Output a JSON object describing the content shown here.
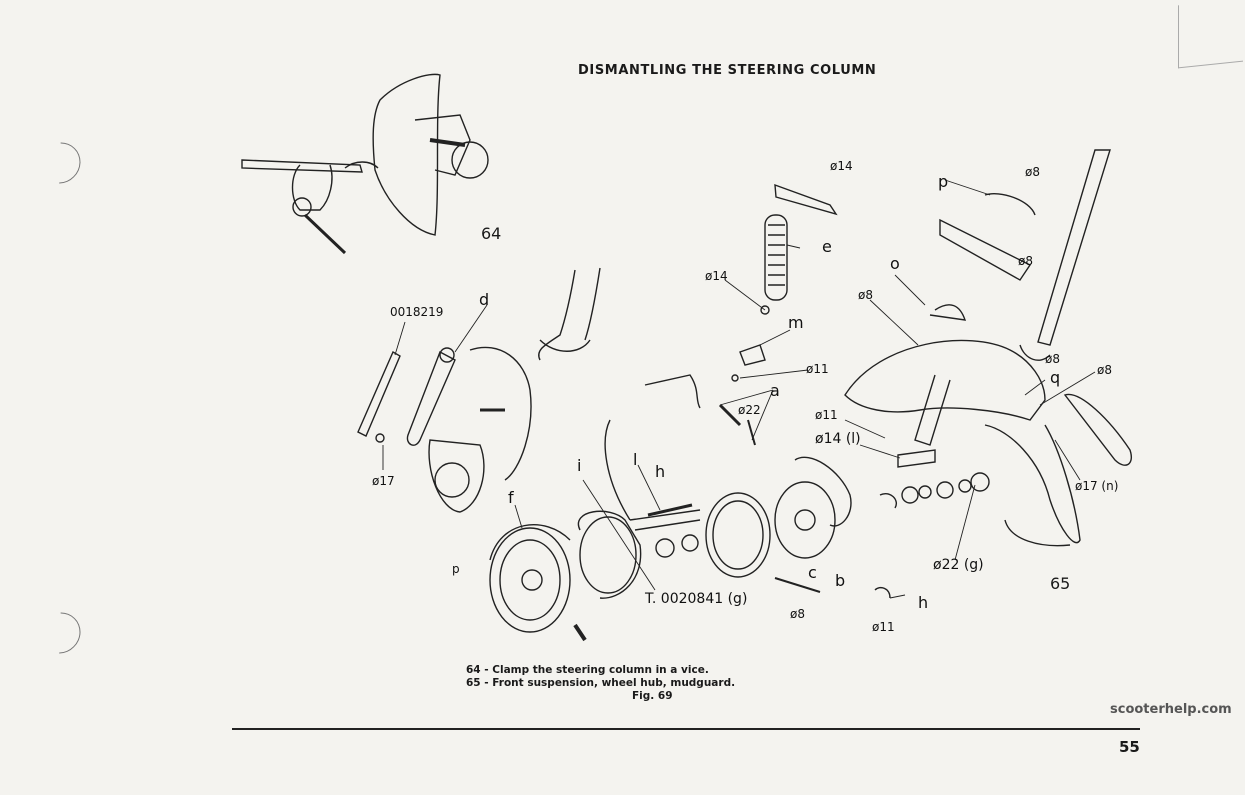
{
  "page": {
    "title": "DISMANTLING THE STEERING COLUMN",
    "page_number": "55",
    "watermark": "scooterhelp.com"
  },
  "figures": {
    "fig64_label": "64",
    "fig65_label": "65"
  },
  "caption": {
    "line1": "64 - Clamp the steering column in a vice.",
    "line2": "65 - Front suspension, wheel hub, mudguard.",
    "fig": "Fig. 69"
  },
  "callouts": {
    "part_0018219": "0018219",
    "d": "d",
    "n17_left": "ø17",
    "f": "f",
    "p_small": "p",
    "i": "i",
    "l_top": "l",
    "h_top": "h",
    "t0020841": "T. 0020841 (g)",
    "n14_top": "ø14",
    "e": "e",
    "n14_mid": "ø14",
    "m": "m",
    "n11_a": "ø11",
    "a": "a",
    "n22": "ø22",
    "n11_b": "ø11",
    "n14_l": "ø14 (l)",
    "c": "c",
    "b": "b",
    "h_bottom": "h",
    "n8_bottom": "ø8",
    "n11_bottom": "ø11",
    "n22_g": "ø22 (g)",
    "p_top": "p",
    "n8_top": "ø8",
    "n8_mid": "ø8",
    "o": "o",
    "n8_left": "ø8",
    "n8_q": "ø8",
    "q": "q",
    "n8_right": "ø8",
    "n17_n": "ø17 (n)"
  }
}
